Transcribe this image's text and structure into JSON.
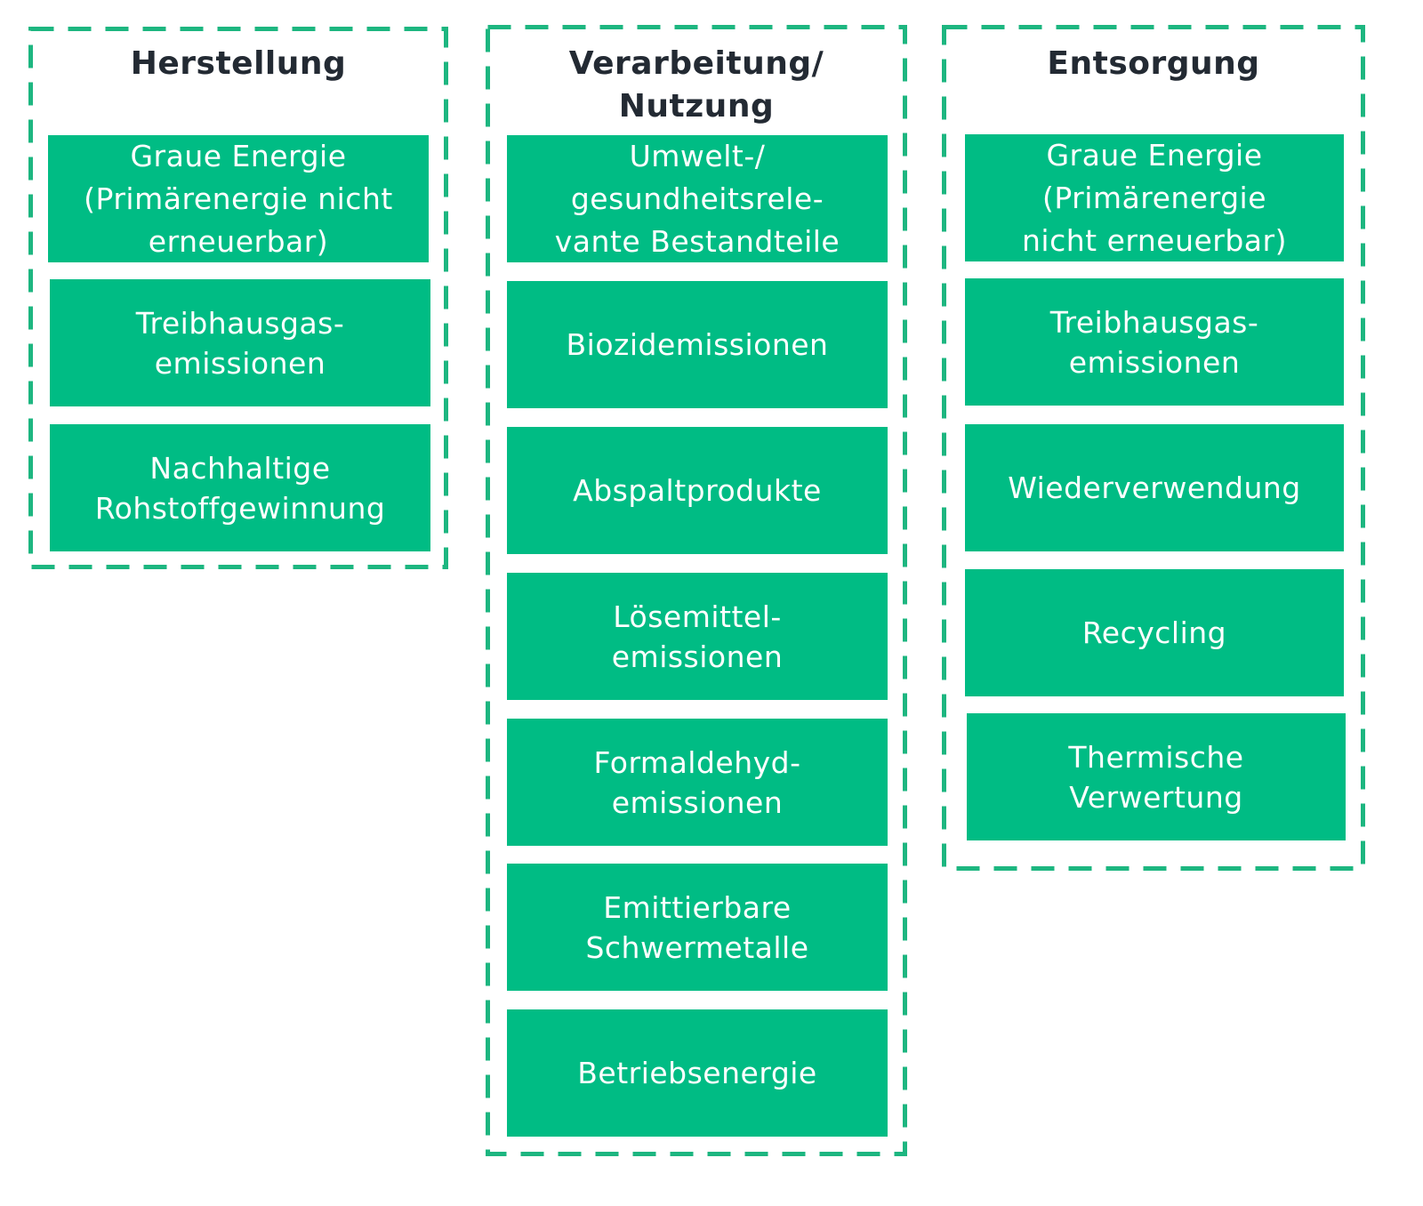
{
  "colors": {
    "accent": "#1db680",
    "box_fill": "#00bc84",
    "box_text": "#ffffff",
    "title_text": "#232a33"
  },
  "columns": [
    {
      "title": "Herstellung",
      "items": [
        "Graue Energie\n(Primärenergie nicht\nerneuerbar)",
        "Treibhausgas-\nemissionen",
        "Nachhaltige\nRohstoffgewinnung"
      ]
    },
    {
      "title": "Verarbeitung/\nNutzung",
      "items": [
        "Umwelt-/\ngesundheitsrele-\nvante Bestandteile",
        "Biozidemissionen",
        "Abspaltprodukte",
        "Lösemittel-\nemissionen",
        "Formaldehyd-\nemissionen",
        "Emittierbare\nSchwermetalle",
        "Betriebsenergie"
      ]
    },
    {
      "title": "Entsorgung",
      "items": [
        "Graue Energie\n(Primärenergie\nnicht erneuerbar)",
        "Treibhausgas-\nemissionen",
        "Wiederverwendung",
        "Recycling",
        "Thermische\nVerwertung"
      ]
    }
  ]
}
